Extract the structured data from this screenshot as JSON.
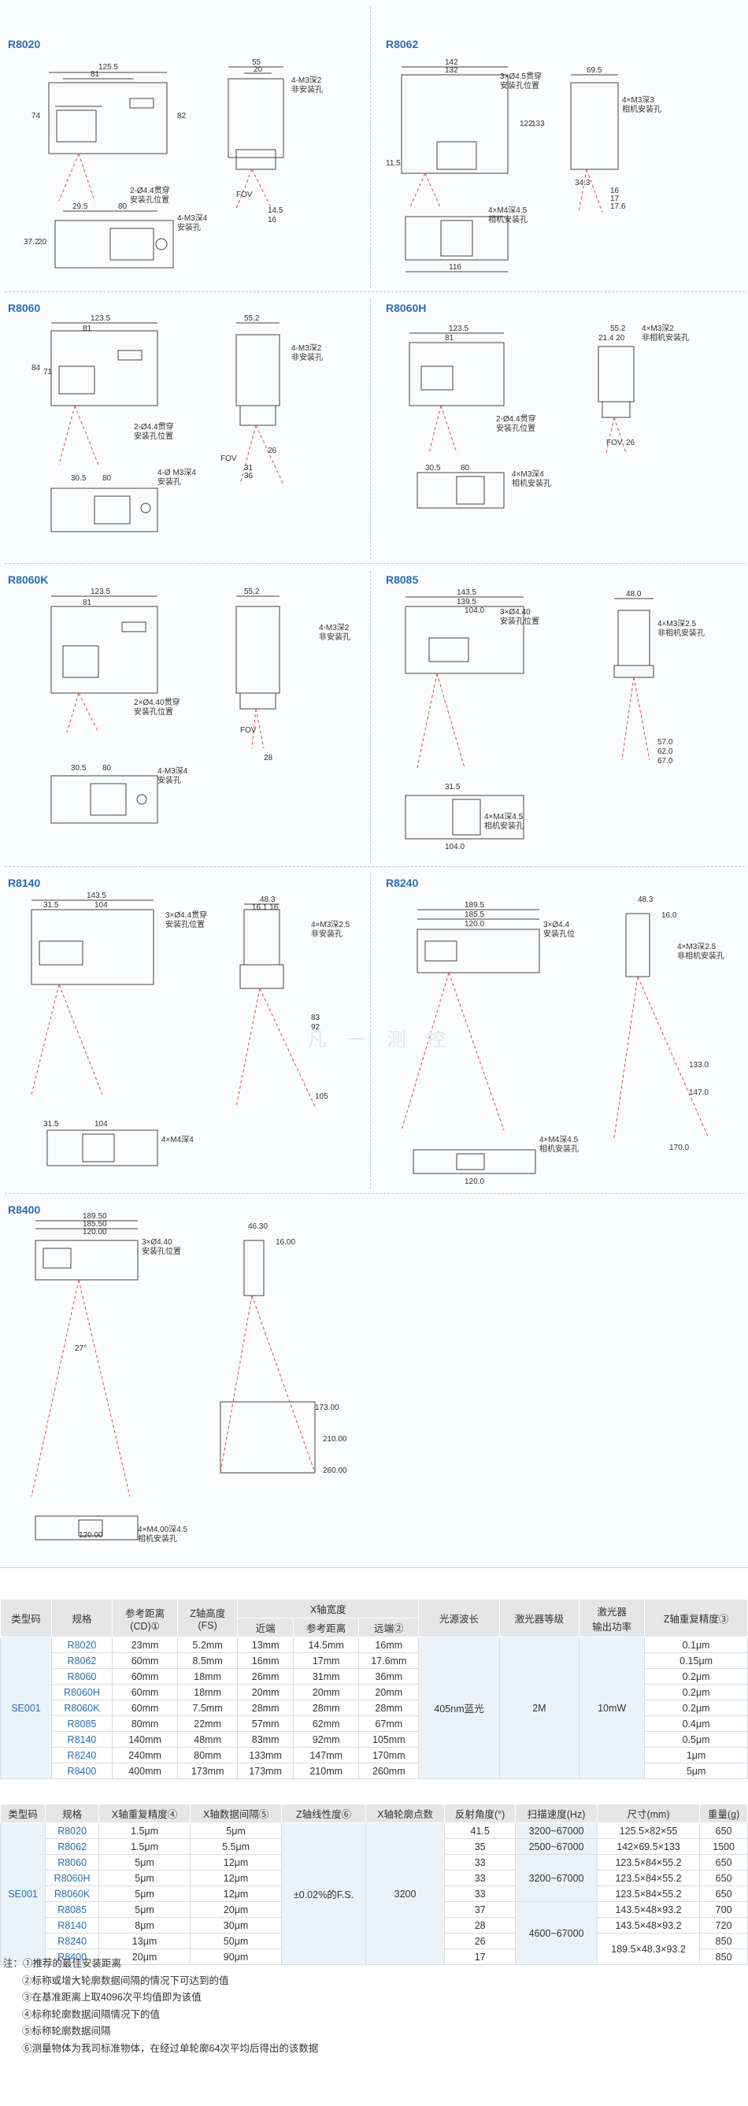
{
  "panels": [
    {
      "id": "r8020",
      "title": "R8020"
    },
    {
      "id": "r8062",
      "title": "R8062"
    },
    {
      "id": "r8060",
      "title": "R8060"
    },
    {
      "id": "r8060h",
      "title": "R8060H"
    },
    {
      "id": "r8060k",
      "title": "R8060K"
    },
    {
      "id": "r8085",
      "title": "R8085"
    },
    {
      "id": "r8140",
      "title": "R8140"
    },
    {
      "id": "r8240",
      "title": "R8240"
    },
    {
      "id": "r8400",
      "title": "R8400"
    }
  ],
  "watermark": "凡 一 测 控",
  "table1": {
    "headers": {
      "type_code": "类型码",
      "model": "规格",
      "ref_distance": "参考距离\n(CD)①",
      "z_height": "Z轴高度\n(FS)",
      "x_width": "X轴宽度",
      "near": "近端",
      "ref": "参考距离",
      "far": "远端②",
      "wavelength": "光源波长",
      "laser_class": "激光器等级",
      "laser_power": "激光器\n输出功率",
      "z_repeat": "Z轴重复精度③"
    },
    "type_code": "SE001",
    "wavelength": "405nm蓝光",
    "laser_class": "2M",
    "laser_power": "10mW",
    "rows": [
      {
        "model": "R8020",
        "cd": "23mm",
        "fs": "5.2mm",
        "near": "13mm",
        "ref": "14.5mm",
        "far": "16mm",
        "z_repeat": "0.1μm"
      },
      {
        "model": "R8062",
        "cd": "60mm",
        "fs": "8.5mm",
        "near": "16mm",
        "ref": "17mm",
        "far": "17.6mm",
        "z_repeat": "0.15μm"
      },
      {
        "model": "R8060",
        "cd": "60mm",
        "fs": "18mm",
        "near": "26mm",
        "ref": "31mm",
        "far": "36mm",
        "z_repeat": "0.2μm"
      },
      {
        "model": "R8060H",
        "cd": "60mm",
        "fs": "18mm",
        "near": "20mm",
        "ref": "20mm",
        "far": "20mm",
        "z_repeat": "0.2μm"
      },
      {
        "model": "R8060K",
        "cd": "60mm",
        "fs": "7.5mm",
        "near": "28mm",
        "ref": "28mm",
        "far": "28mm",
        "z_repeat": "0.2μm"
      },
      {
        "model": "R8085",
        "cd": "80mm",
        "fs": "22mm",
        "near": "57mm",
        "ref": "62mm",
        "far": "67mm",
        "z_repeat": "0.4μm"
      },
      {
        "model": "R8140",
        "cd": "140mm",
        "fs": "48mm",
        "near": "83mm",
        "ref": "92mm",
        "far": "105mm",
        "z_repeat": "0.5μm"
      },
      {
        "model": "R8240",
        "cd": "240mm",
        "fs": "80mm",
        "near": "133mm",
        "ref": "147mm",
        "far": "170mm",
        "z_repeat": "1μm"
      },
      {
        "model": "R8400",
        "cd": "400mm",
        "fs": "173mm",
        "near": "173mm",
        "ref": "210mm",
        "far": "260mm",
        "z_repeat": "5μm"
      }
    ]
  },
  "table2": {
    "headers": {
      "type_code": "类型码",
      "model": "规格",
      "x_repeat": "X轴重复精度④",
      "x_interval": "X轴数据间隔⑤",
      "z_linearity": "Z轴线性度⑥",
      "x_points": "X轴轮廓点数",
      "angle": "反射角度(°)",
      "scan_speed": "扫描速度(Hz)",
      "size": "尺寸(mm)",
      "weight": "重量(g)"
    },
    "type_code": "SE001",
    "z_linearity": "±0.02%的F.S.",
    "x_points": "3200",
    "speed_groups": [
      "3200~67000",
      "2500~67000",
      "3200~67000",
      "4600~67000"
    ],
    "size_groups": [
      "125.5×82×55",
      "142×69.5×133",
      "123.5×84×55.2",
      "123.5×84×55.2",
      "123.5×84×55.2",
      "143.5×48×93.2",
      "143.5×48×93.2",
      "189.5×48.3×93.2"
    ],
    "rows": [
      {
        "model": "R8020",
        "x_repeat": "1.5μm",
        "x_interval": "5μm",
        "angle": "41.5",
        "weight": "650"
      },
      {
        "model": "R8062",
        "x_repeat": "1.5μm",
        "x_interval": "5.5μm",
        "angle": "35",
        "weight": "1500"
      },
      {
        "model": "R8060",
        "x_repeat": "5μm",
        "x_interval": "12μm",
        "angle": "33",
        "weight": "650"
      },
      {
        "model": "R8060H",
        "x_repeat": "5μm",
        "x_interval": "12μm",
        "angle": "33",
        "weight": "650"
      },
      {
        "model": "R8060K",
        "x_repeat": "5μm",
        "x_interval": "12μm",
        "angle": "33",
        "weight": "650"
      },
      {
        "model": "R8085",
        "x_repeat": "5μm",
        "x_interval": "20μm",
        "angle": "37",
        "weight": "700"
      },
      {
        "model": "R8140",
        "x_repeat": "8μm",
        "x_interval": "30μm",
        "angle": "28",
        "weight": "720"
      },
      {
        "model": "R8240",
        "x_repeat": "13μm",
        "x_interval": "50μm",
        "angle": "26",
        "weight": "850"
      },
      {
        "model": "R8400",
        "x_repeat": "20μm",
        "x_interval": "90μm",
        "angle": "17",
        "weight": "850"
      }
    ]
  },
  "notes": [
    "注：①推荐的最佳安装距离",
    "②标称或增大轮廓数据间隔的情况下可达到的值",
    "③在基准距离上取4096次平均值即为该值",
    "④标称轮廓数据间隔情况下的值",
    "⑤标称轮廓数据间隔",
    "⑥测量物体为我司标准物体，在经过单轮廓64次平均后得出的该数据"
  ]
}
